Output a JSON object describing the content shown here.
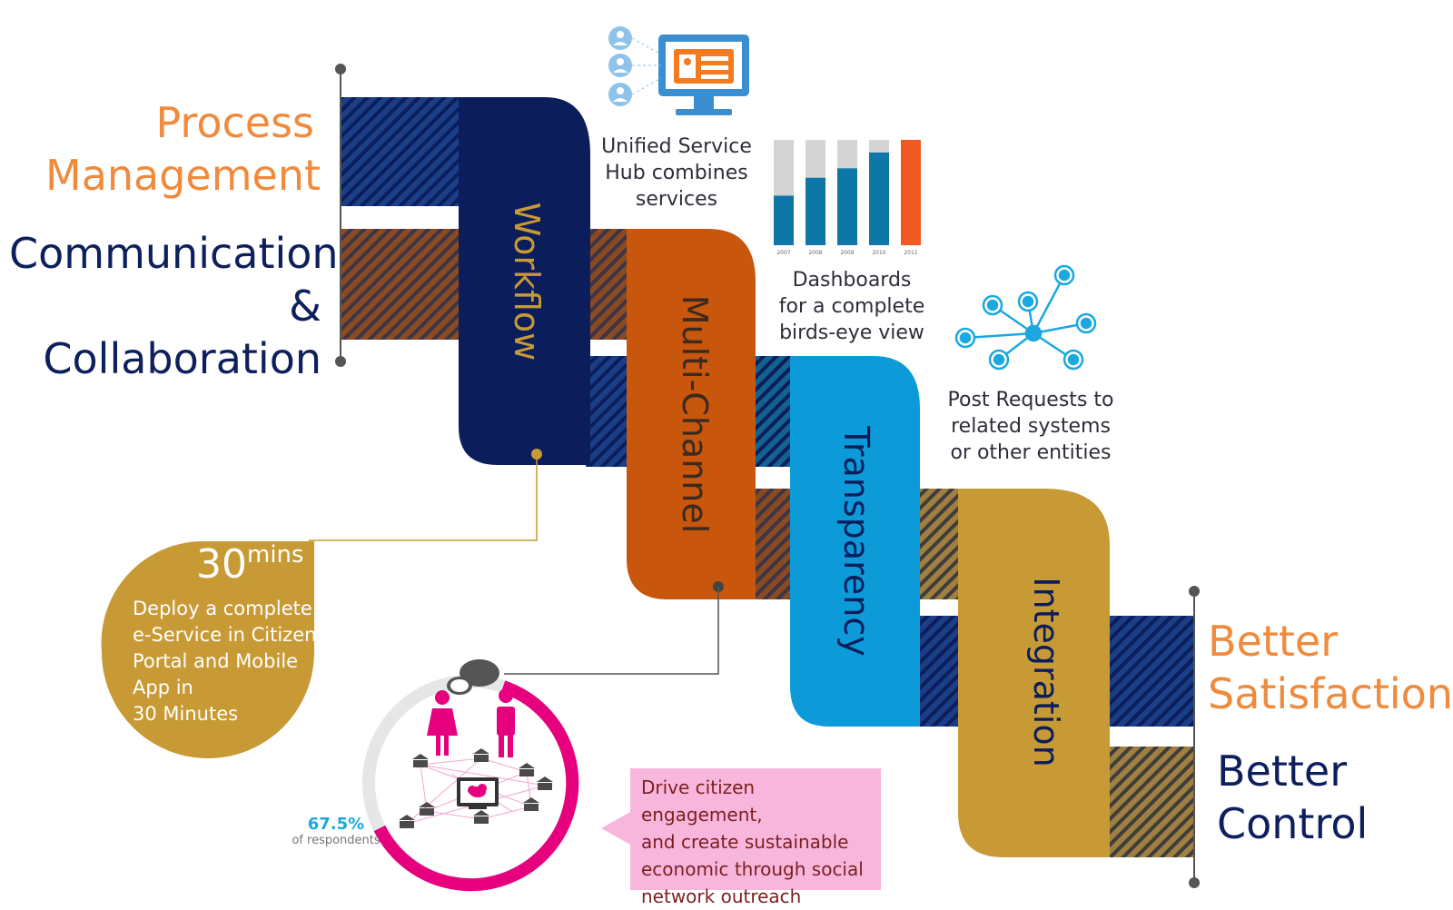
{
  "left": {
    "heading1": [
      "Process",
      "Management"
    ],
    "heading2": [
      "Communication",
      "& Collaboration"
    ]
  },
  "right": {
    "heading1": [
      "Better",
      "Satisfaction"
    ],
    "heading2": [
      "Better",
      "Control"
    ]
  },
  "ribbons": [
    {
      "label": "Workflow",
      "color": "#0b1e5b"
    },
    {
      "label": "Multi-Channel",
      "color": "#c8560c"
    },
    {
      "label": "Transparency",
      "color": "#0d9ad8"
    },
    {
      "label": "Integration",
      "color": "#c89a35"
    }
  ],
  "callouts": {
    "unified": [
      "Unified Service",
      "Hub combines",
      "services"
    ],
    "dashboards": [
      "Dashboards",
      "for a complete",
      "birds-eye view"
    ],
    "post": [
      "Post Requests to",
      "related systems",
      "or other entities"
    ],
    "deploy": {
      "big": "30",
      "sup": "mins",
      "lines": [
        "Deploy a complete",
        "e-Service in Citizen",
        "Portal and Mobile",
        "App in",
        "30 Minutes"
      ]
    },
    "drive": [
      "Drive citizen engagement,",
      "and create sustainable",
      "economic through social",
      "network outreach"
    ],
    "respondents": {
      "value": "67.5%",
      "label": "of respondents"
    }
  },
  "mini_chart": {
    "categories": [
      "2007",
      "2008",
      "2009",
      "2010",
      "2011"
    ],
    "values": [
      0.47,
      0.64,
      0.73,
      0.88,
      1.0
    ]
  },
  "icons": [
    "monitor-id-card-icon",
    "user-icon",
    "network-hub-icon",
    "chat-bubble-icon",
    "woman-icon",
    "man-icon",
    "bank-icon",
    "cloud-upload-icon"
  ],
  "colors": {
    "orange": "#f08a3c",
    "navy": "#0d1f5c",
    "magenta": "#e6007e",
    "cyan": "#1ba8e0",
    "gold": "#c89a35",
    "pink_box": "#f9b6dc"
  }
}
